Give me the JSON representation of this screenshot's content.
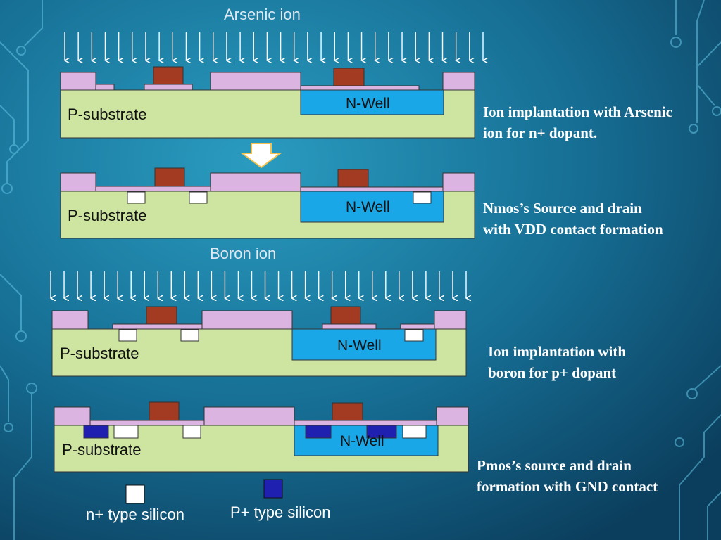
{
  "ions": {
    "arsenic": "Arsenic ion",
    "boron": "Boron ion"
  },
  "labels": {
    "substrate": "P-substrate",
    "well": "N-Well"
  },
  "captions": [
    {
      "line1": "Ion implantation with Arsenic",
      "line2": " ion for n+ dopant."
    },
    {
      "line1": "Nmos’s Source and drain",
      "line2": " with VDD contact formation"
    },
    {
      "line1": "Ion implantation with",
      "line2": " boron for p+ dopant"
    },
    {
      "line1": "Pmos’s source and drain",
      "line2": "formation with GND contact"
    }
  ],
  "legend": {
    "n_plus": "n+ type silicon",
    "p_plus": "P+ type silicon"
  },
  "colors": {
    "substrate": "#cde5a0",
    "well": "#1aa7e8",
    "oxide": "#dcb4e2",
    "gate": "#a33a22",
    "n_plus": "#ffffff",
    "p_plus": "#1f1fb0",
    "background": "#1a6f95"
  }
}
